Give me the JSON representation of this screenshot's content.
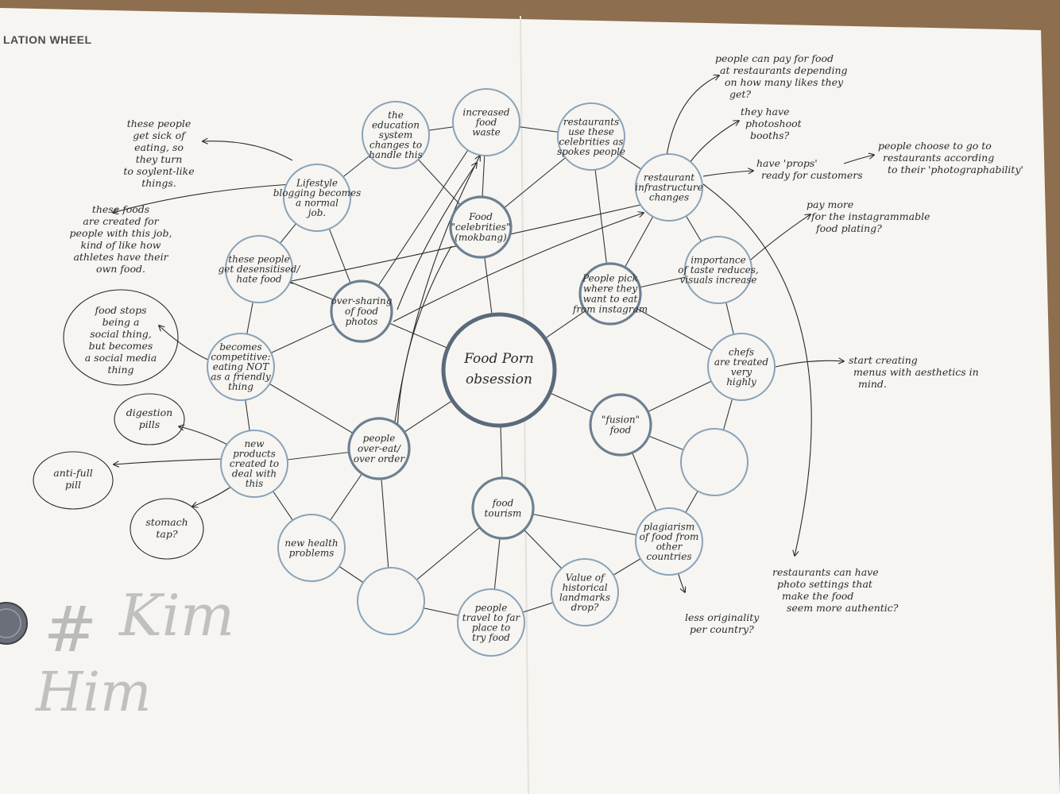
{
  "title": "LATION WHEEL",
  "colors": {
    "paper": "#f6f5f1",
    "ring": "#8aa2b8",
    "center": "#5a6a7c",
    "tier1": "#6d7f92",
    "pen": "#2a2a2a"
  },
  "center": [
    "Food Porn",
    "obsession"
  ],
  "tier1": [
    [
      "Food",
      "\"celebrities\"",
      "(mokbang)"
    ],
    [
      "People pick",
      "where they",
      "want to eat",
      "from instagram"
    ],
    [
      "\"fusion\"",
      "food"
    ],
    [
      "food",
      "tourism"
    ],
    [
      "people",
      "over-eat/",
      "over order"
    ],
    [
      "over-sharing",
      "of food",
      "photos"
    ]
  ],
  "tier2": [
    [
      "increased",
      "food",
      "waste"
    ],
    [
      "restaurants",
      "use these",
      "celebrities as",
      "spokes people"
    ],
    [
      "restaurant",
      "infrastructure",
      "changes"
    ],
    [
      "importance",
      "of taste reduces,",
      "visuals increase"
    ],
    [
      "chefs",
      "are treated",
      "very",
      "highly"
    ],
    [],
    [
      "plagiarism",
      "of food from",
      "other",
      "countries"
    ],
    [
      "Value of",
      "historical",
      "landmarks",
      "drop?"
    ],
    [
      "people",
      "travel to far",
      "place to",
      "try food"
    ],
    [],
    [
      "new health",
      "problems"
    ],
    [
      "new",
      "products",
      "created to",
      "deal with",
      "this"
    ],
    [
      "becomes",
      "competitive:",
      "eating NOT",
      "as a friendly",
      "thing"
    ],
    [
      "these people",
      "get desensitised/",
      "hate food"
    ],
    [
      "Lifestyle",
      "blogging becomes",
      "a normal",
      "job."
    ],
    [
      "the",
      "education",
      "system",
      "changes to",
      "handle this"
    ]
  ],
  "notes": {
    "sick_of_eating": [
      "these people",
      "get sick of",
      "eating, so",
      "they turn",
      "to soylent-like",
      "things."
    ],
    "foods_created": [
      "these foods",
      "are created for",
      "people with this job,",
      "kind of like how",
      "athletes have their",
      "own food."
    ],
    "social_thing": [
      "food stops",
      "being a",
      "social thing,",
      "but becomes",
      "a social media",
      "thing"
    ],
    "digestion_pills": [
      "digestion",
      "pills"
    ],
    "anti_full_pill": [
      "anti-full",
      "pill"
    ],
    "stomach_tap": [
      "stomach",
      "tap?"
    ],
    "pay_for_food": [
      "people can pay for food",
      "at restaurants depending",
      "on how many likes they",
      "get?"
    ],
    "photoshoot_booths": [
      "they have",
      "photoshoot",
      "booths?"
    ],
    "props": [
      "have 'props'",
      "ready for customers"
    ],
    "choose_restaurants": [
      "people choose to go to",
      "restaurants according",
      "to their 'photographability'"
    ],
    "pay_more": [
      "pay more",
      "for the instagrammable",
      "food plating?"
    ],
    "menus": [
      "start creating",
      "menus with aesthetics in",
      "mind."
    ],
    "photo_settings": [
      "restaurants can have",
      "photo settings that",
      "make the food",
      "seem more authentic?"
    ],
    "less_originality": [
      "less originality",
      "per country?"
    ]
  },
  "scribbles": [
    "#",
    "Kim",
    "Him"
  ]
}
